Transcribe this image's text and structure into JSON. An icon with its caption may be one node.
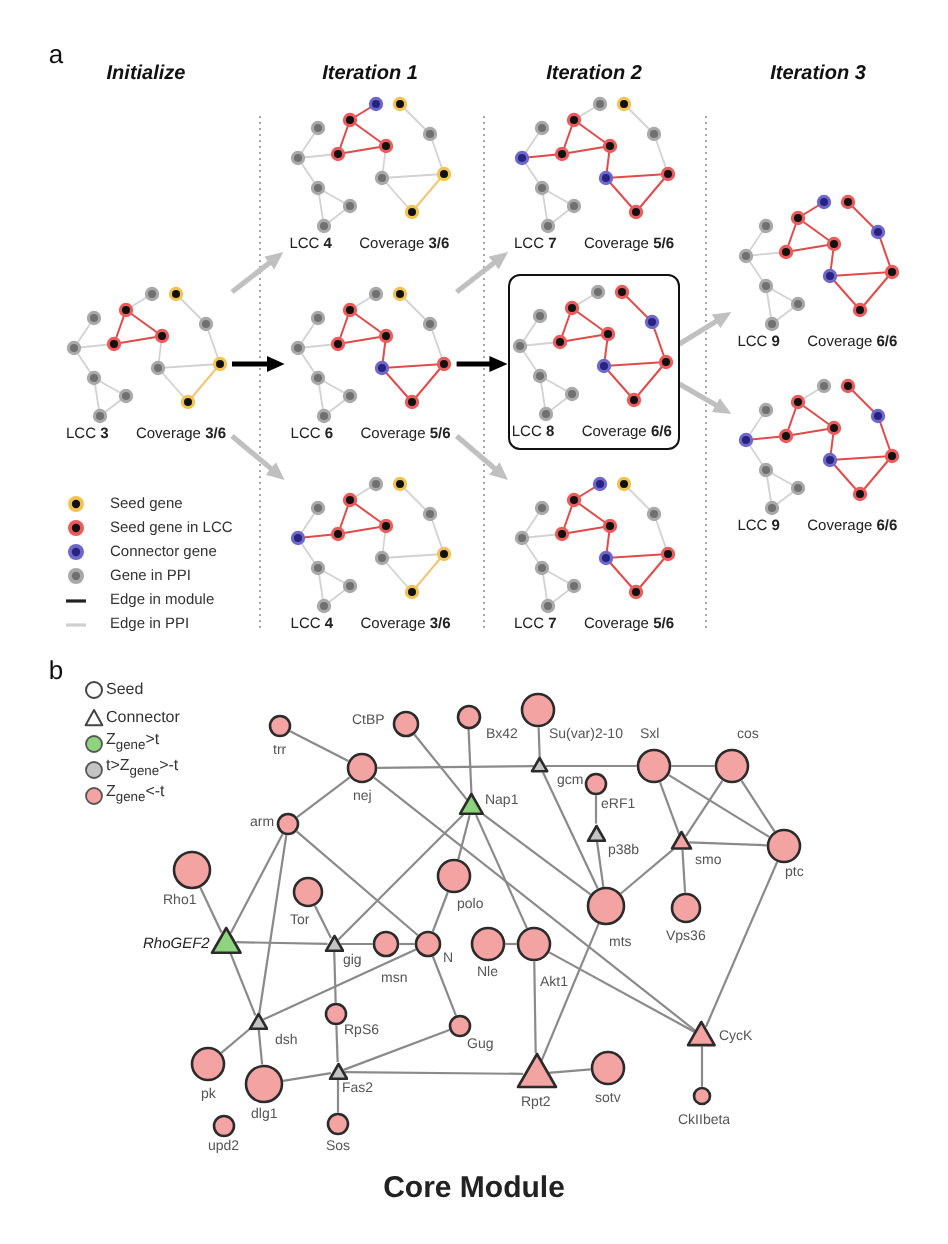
{
  "diagram": {
    "nodes": [
      {
        "text": [
          "LCC **3**",
          "Coverage **3/6**"
        ]
      },
      {
        "text": [
          "LCC **4**",
          "Coverage **3/6**"
        ]
      },
      {
        "text": [
          "LCC **6**",
          "Coverage **5/6**"
        ]
      },
      {
        "text": [
          "LCC **4**",
          "Coverage **3/6**"
        ]
      },
      {
        "text": [
          "LCC **7**",
          "Coverage **5/6**"
        ]
      },
      {
        "text": [
          "LCC **8**",
          "Coverage **6/6**"
        ]
      },
      {
        "text": [
          "LCC **7**",
          "Coverage **5/6**"
        ]
      },
      {
        "text": [
          "LCC **9**",
          "Coverage **6/6**"
        ]
      },
      {
        "text": [
          "LCC **9**",
          "Coverage **6/6**"
        ]
      },
      {
        "text": [
          "trr"
        ]
      },
      {
        "text": [
          "CtBP"
        ]
      },
      {
        "text": [
          "Bx42"
        ]
      },
      {
        "text": [
          "Su(var)2-10"
        ]
      },
      {
        "text": [
          "Sxl"
        ]
      },
      {
        "text": [
          "cos"
        ]
      },
      {
        "text": [
          "nej"
        ]
      },
      {
        "text": [
          "gcm"
        ]
      },
      {
        "text": [
          "Nap1"
        ]
      },
      {
        "text": [
          "eRF1"
        ]
      },
      {
        "text": [
          "arm"
        ]
      },
      {
        "text": [
          "p38b"
        ]
      },
      {
        "text": [
          "smo"
        ]
      },
      {
        "text": [
          "ptc"
        ]
      },
      {
        "text": [
          "Rho1"
        ]
      },
      {
        "text": [
          "polo"
        ]
      },
      {
        "text": [
          "Tor"
        ]
      },
      {
        "text": [
          "mts"
        ]
      },
      {
        "text": [
          "Vps36"
        ]
      },
      {
        "text": [
          "RhoGEF2"
        ]
      },
      {
        "text": [
          "gig"
        ]
      },
      {
        "text": [
          "msn"
        ]
      },
      {
        "text": [
          "N"
        ]
      },
      {
        "text": [
          "Nle"
        ]
      },
      {
        "text": [
          "Akt1"
        ]
      },
      {
        "text": [
          "dsh"
        ]
      },
      {
        "text": [
          "RpS6"
        ]
      },
      {
        "text": [
          "Gug"
        ]
      },
      {
        "text": [
          "CycK"
        ]
      },
      {
        "text": [
          "pk"
        ]
      },
      {
        "text": [
          "dlg1"
        ]
      },
      {
        "text": [
          "Fas2"
        ]
      },
      {
        "text": [
          "Rpt2"
        ]
      },
      {
        "text": [
          "sotv"
        ]
      },
      {
        "text": [
          "CkIIbeta"
        ]
      },
      {
        "text": [
          "upd2"
        ]
      },
      {
        "text": [
          "Sos"
        ]
      }
    ],
    "edges": [
      {
        "from": 0,
        "to": 1,
        "arrow": "to",
        "style": "thick",
        "color": "#c0c0c0"
      },
      {
        "from": 0,
        "to": 2,
        "arrow": "to",
        "style": "thick",
        "color": "#000000"
      },
      {
        "from": 0,
        "to": 3,
        "arrow": "to",
        "style": "thick",
        "color": "#c0c0c0"
      },
      {
        "from": 2,
        "to": 4,
        "arrow": "to",
        "style": "thick",
        "color": "#c0c0c0"
      },
      {
        "from": 2,
        "to": 5,
        "arrow": "to",
        "style": "thick",
        "color": "#000000"
      },
      {
        "from": 2,
        "to": 6,
        "arrow": "to",
        "style": "thick",
        "color": "#c0c0c0"
      },
      {
        "from": 5,
        "to": 7,
        "arrow": "to",
        "style": "thick",
        "color": "#c0c0c0"
      },
      {
        "from": 5,
        "to": 8,
        "arrow": "to",
        "style": "thick",
        "color": "#c0c0c0"
      },
      {
        "from": 9,
        "to": 15,
        "arrow": "none"
      },
      {
        "from": 10,
        "to": 17,
        "arrow": "none"
      },
      {
        "from": 15,
        "to": 16,
        "arrow": "none"
      },
      {
        "from": 16,
        "to": 13,
        "arrow": "none"
      },
      {
        "from": 12,
        "to": 16,
        "arrow": "none"
      },
      {
        "from": 16,
        "to": 26,
        "arrow": "none"
      },
      {
        "from": 11,
        "to": 17,
        "arrow": "none"
      },
      {
        "from": 15,
        "to": 19,
        "arrow": "none"
      },
      {
        "from": 15,
        "to": 37,
        "arrow": "none"
      },
      {
        "from": 19,
        "to": 28,
        "arrow": "none"
      },
      {
        "from": 19,
        "to": 31,
        "arrow": "none"
      },
      {
        "from": 19,
        "to": 34,
        "arrow": "none"
      },
      {
        "from": 34,
        "to": 39,
        "arrow": "none"
      },
      {
        "from": 23,
        "to": 28,
        "arrow": "none"
      },
      {
        "from": 28,
        "to": 29,
        "arrow": "none"
      },
      {
        "from": 29,
        "to": 30,
        "arrow": "none"
      },
      {
        "from": 30,
        "to": 31,
        "arrow": "none"
      },
      {
        "from": 28,
        "to": 34,
        "arrow": "none"
      },
      {
        "from": 25,
        "to": 29,
        "arrow": "none"
      },
      {
        "from": 29,
        "to": 17,
        "arrow": "none"
      },
      {
        "from": 29,
        "to": 35,
        "arrow": "none"
      },
      {
        "from": 35,
        "to": 40,
        "arrow": "none"
      },
      {
        "from": 40,
        "to": 45,
        "arrow": "none"
      },
      {
        "from": 39,
        "to": 40,
        "arrow": "none"
      },
      {
        "from": 40,
        "to": 36,
        "arrow": "none"
      },
      {
        "from": 40,
        "to": 41,
        "arrow": "none"
      },
      {
        "from": 24,
        "to": 17,
        "arrow": "none"
      },
      {
        "from": 24,
        "to": 31,
        "arrow": "none"
      },
      {
        "from": 31,
        "to": 36,
        "arrow": "none"
      },
      {
        "from": 34,
        "to": 31,
        "arrow": "none"
      },
      {
        "from": 34,
        "to": 38,
        "arrow": "none"
      },
      {
        "from": 32,
        "to": 33,
        "arrow": "none"
      },
      {
        "from": 33,
        "to": 41,
        "arrow": "none"
      },
      {
        "from": 17,
        "to": 33,
        "arrow": "none"
      },
      {
        "from": 33,
        "to": 37,
        "arrow": "none"
      },
      {
        "from": 26,
        "to": 41,
        "arrow": "none"
      },
      {
        "from": 20,
        "to": 26,
        "arrow": "none"
      },
      {
        "from": 18,
        "to": 20,
        "arrow": "none"
      },
      {
        "from": 17,
        "to": 26,
        "arrow": "none"
      },
      {
        "from": 26,
        "to": 21,
        "arrow": "none"
      },
      {
        "from": 13,
        "to": 21,
        "arrow": "none"
      },
      {
        "from": 14,
        "to": 21,
        "arrow": "none"
      },
      {
        "from": 21,
        "to": 22,
        "arrow": "none"
      },
      {
        "from": 21,
        "to": 27,
        "arrow": "none"
      },
      {
        "from": 13,
        "to": 14,
        "arrow": "none"
      },
      {
        "from": 13,
        "to": 22,
        "arrow": "none"
      },
      {
        "from": 14,
        "to": 22,
        "arrow": "none"
      },
      {
        "from": 22,
        "to": 37,
        "arrow": "none"
      },
      {
        "from": 37,
        "to": 43,
        "arrow": "none"
      },
      {
        "from": 41,
        "to": 42,
        "arrow": "none"
      }
    ],
    "labels": [
      "a",
      "Initialize",
      "Iteration 1",
      "Iteration 2",
      "Iteration 3",
      "b",
      "Core Module"
    ],
    "legend": [
      {
        "text": "Seed gene",
        "color": "#f3c34f"
      },
      {
        "text": "Seed gene in LCC",
        "color": "#ec5b5b"
      },
      {
        "text": "Connector gene",
        "color": "#6d68c9"
      },
      {
        "text": "Gene in PPI",
        "color": "#a9a9a9"
      },
      {
        "text": "Edge in module"
      },
      {
        "text": "Edge in PPI"
      },
      {
        "text": "Seed"
      },
      {
        "text": "Connector"
      },
      {
        "text": "Z$_{gene}$>t",
        "color": "#8ed47f"
      },
      {
        "text": "t>Z$_{gene}$>-t",
        "color": "#c4c4c4"
      },
      {
        "text": "Z$_{gene}$<-t",
        "color": "#f4a3a3"
      }
    ]
  }
}
